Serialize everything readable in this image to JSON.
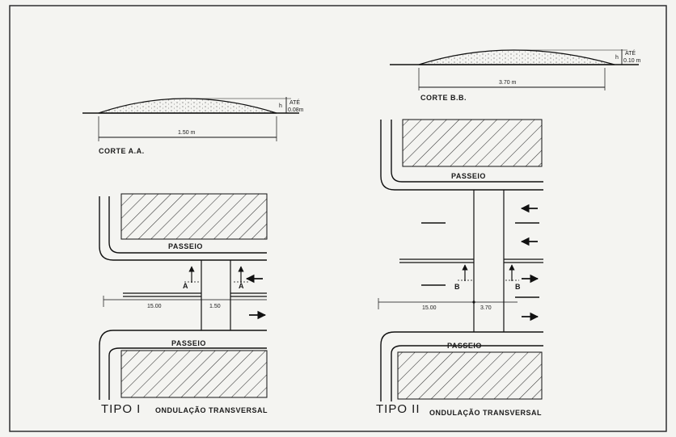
{
  "corte_aa": {
    "title": "CORTE A.A.",
    "height_symbol": "h",
    "height_label_1": "ATÉ",
    "height_label_2": "0.08m",
    "width_label": "1.50 m"
  },
  "corte_bb": {
    "title": "CORTE B.B.",
    "height_symbol": "h",
    "height_label_1": "ATÉ",
    "height_label_2": "0.10 m",
    "width_label": "3.70 m"
  },
  "tipo1": {
    "passeio_top": "PASSEIO",
    "passeio_bottom": "PASSEIO",
    "section_mark": "A",
    "dim_approach": "15.00",
    "dim_hump": "1.50",
    "title_numeral": "TIPO I",
    "title_desc": "ONDULAÇÃO TRANSVERSAL"
  },
  "tipo2": {
    "passeio_top": "PASSEIO",
    "passeio_bottom": "PASSEIO",
    "section_mark": "B",
    "dim_approach": "15.00",
    "dim_hump": "3.70",
    "title_numeral": "TIPO II",
    "title_desc": "ONDULAÇÃO TRANSVERSAL"
  }
}
